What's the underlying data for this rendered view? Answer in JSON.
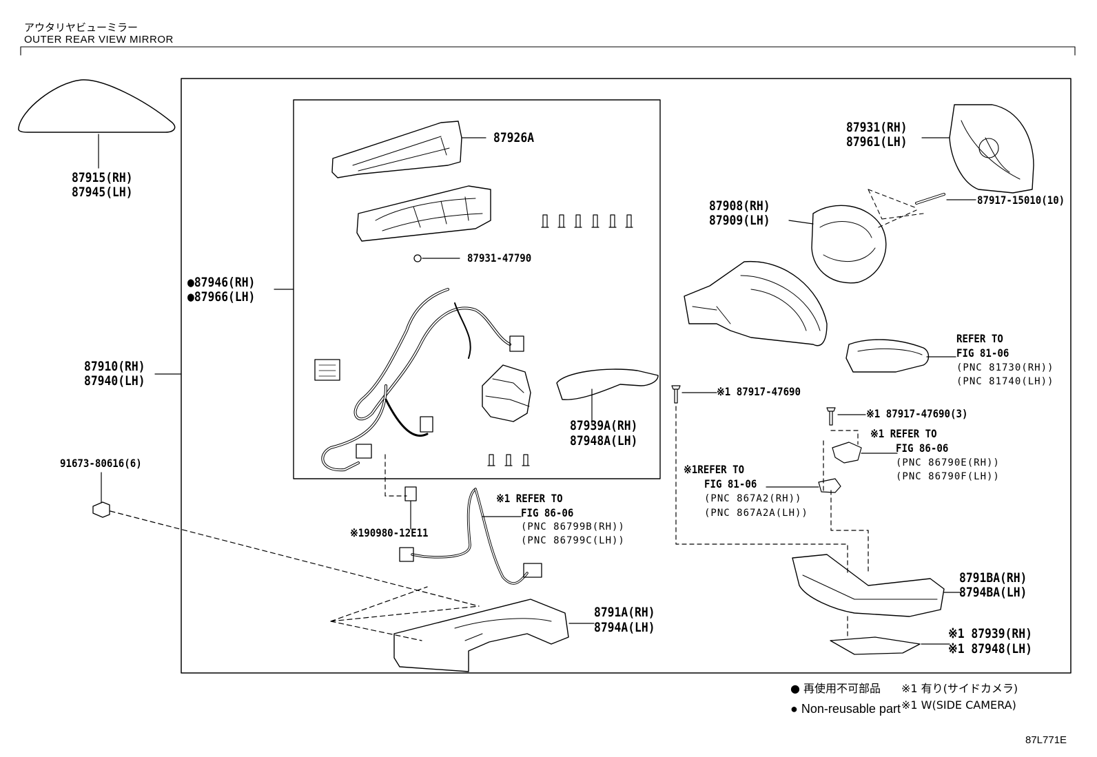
{
  "header": {
    "title_jp": "アウタリヤビューミラー",
    "title_en": "OUTER REAR VIEW MIRROR"
  },
  "labels": {
    "p87915": "87915(RH)",
    "p87945": "87945(LH)",
    "p87946": "●87946(RH)",
    "p87966": "●87966(LH)",
    "p87910": "87910(RH)",
    "p87940": "87940(LH)",
    "p91673": "91673-80616(6)",
    "p87926A": "87926A",
    "p87931_47790": "87931-47790",
    "p87939A": "87939A(RH)",
    "p87948A": "87948A(LH)",
    "p90980": "※190980-12E11",
    "ref1_a": "※1 REFER TO",
    "ref1_b": "FIG 86-06",
    "ref1_c": "(PNC 86799B(RH))",
    "ref1_d": "(PNC 86799C(LH))",
    "p8791A": "8791A(RH)",
    "p8794A": "8794A(LH)",
    "p87931": "87931(RH)",
    "p87961": "87961(LH)",
    "p87908": "87908(RH)",
    "p87909": "87909(LH)",
    "p87917_15010": "87917-15010(10)",
    "ref2_a": "REFER TO",
    "ref2_b": "FIG 81-06",
    "ref2_c": "(PNC 81730(RH))",
    "ref2_d": "(PNC 81740(LH))",
    "p87917_47690": "※1 87917-47690",
    "p87917_47690_3": "※1 87917-47690(3)",
    "ref3_a": "※1 REFER TO",
    "ref3_b": "FIG 86-06",
    "ref3_c": "(PNC 86790E(RH))",
    "ref3_d": "(PNC 86790F(LH))",
    "ref4_a": "※1REFER TO",
    "ref4_b": "FIG 81-06",
    "ref4_c": "(PNC 867A2(RH))",
    "ref4_d": "(PNC 867A2A(LH))",
    "p8791BA": "8791BA(RH)",
    "p8794BA": "8794BA(LH)",
    "p87939": "※1 87939(RH)",
    "p87948": "※1 87948(LH)"
  },
  "legend": {
    "jp_nonreuse": "● 再使用不可部品",
    "jp_w": "※1 有り(サイドカメラ)",
    "en_nonreuse": "● Non-reusable part",
    "en_w": "※1 W(SIDE CAMERA)"
  },
  "footer": {
    "code": "87L771E"
  }
}
